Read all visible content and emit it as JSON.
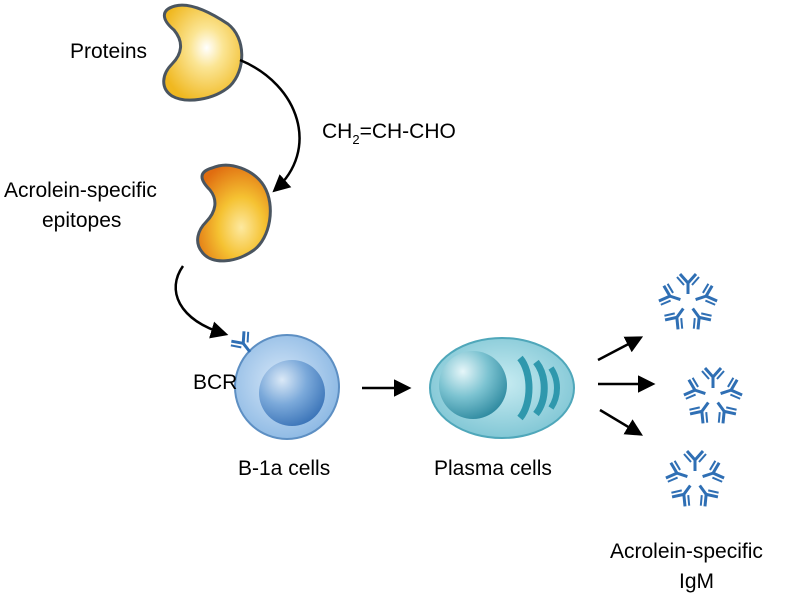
{
  "labels": {
    "proteins": "Proteins",
    "reagent_prefix": "CH",
    "reagent_sub": "2",
    "reagent_suffix": "=CH-CHO",
    "epitopes_line1": "Acrolein-specific",
    "epitopes_line2": "epitopes",
    "bcr": "BCR",
    "b1a_cells": "B-1a cells",
    "plasma_cells": "Plasma cells",
    "igm_line1": "Acrolein-specific",
    "igm_line2": "IgM"
  },
  "icons": {
    "protein": "bean-protein-icon",
    "modified_protein": "bean-modified-protein-icon",
    "b_cell": "b-cell-icon",
    "receptor": "y-antibody-icon",
    "plasma_cell": "plasma-cell-icon",
    "igm": "igm-pentamer-icon"
  },
  "colors": {
    "protein_fill": "#f2c230",
    "protein_highlight": "#fff3c8",
    "modified_fill": "#e8820a",
    "outline": "#4a5560",
    "b_cell_fill": "#9cc4ea",
    "b_cell_nucleus": "#4f8ccc",
    "plasma_fill": "#8fd0dc",
    "plasma_nucleus": "#3fa0b4",
    "antibody": "#2f6fb4",
    "arrow": "#000000"
  }
}
